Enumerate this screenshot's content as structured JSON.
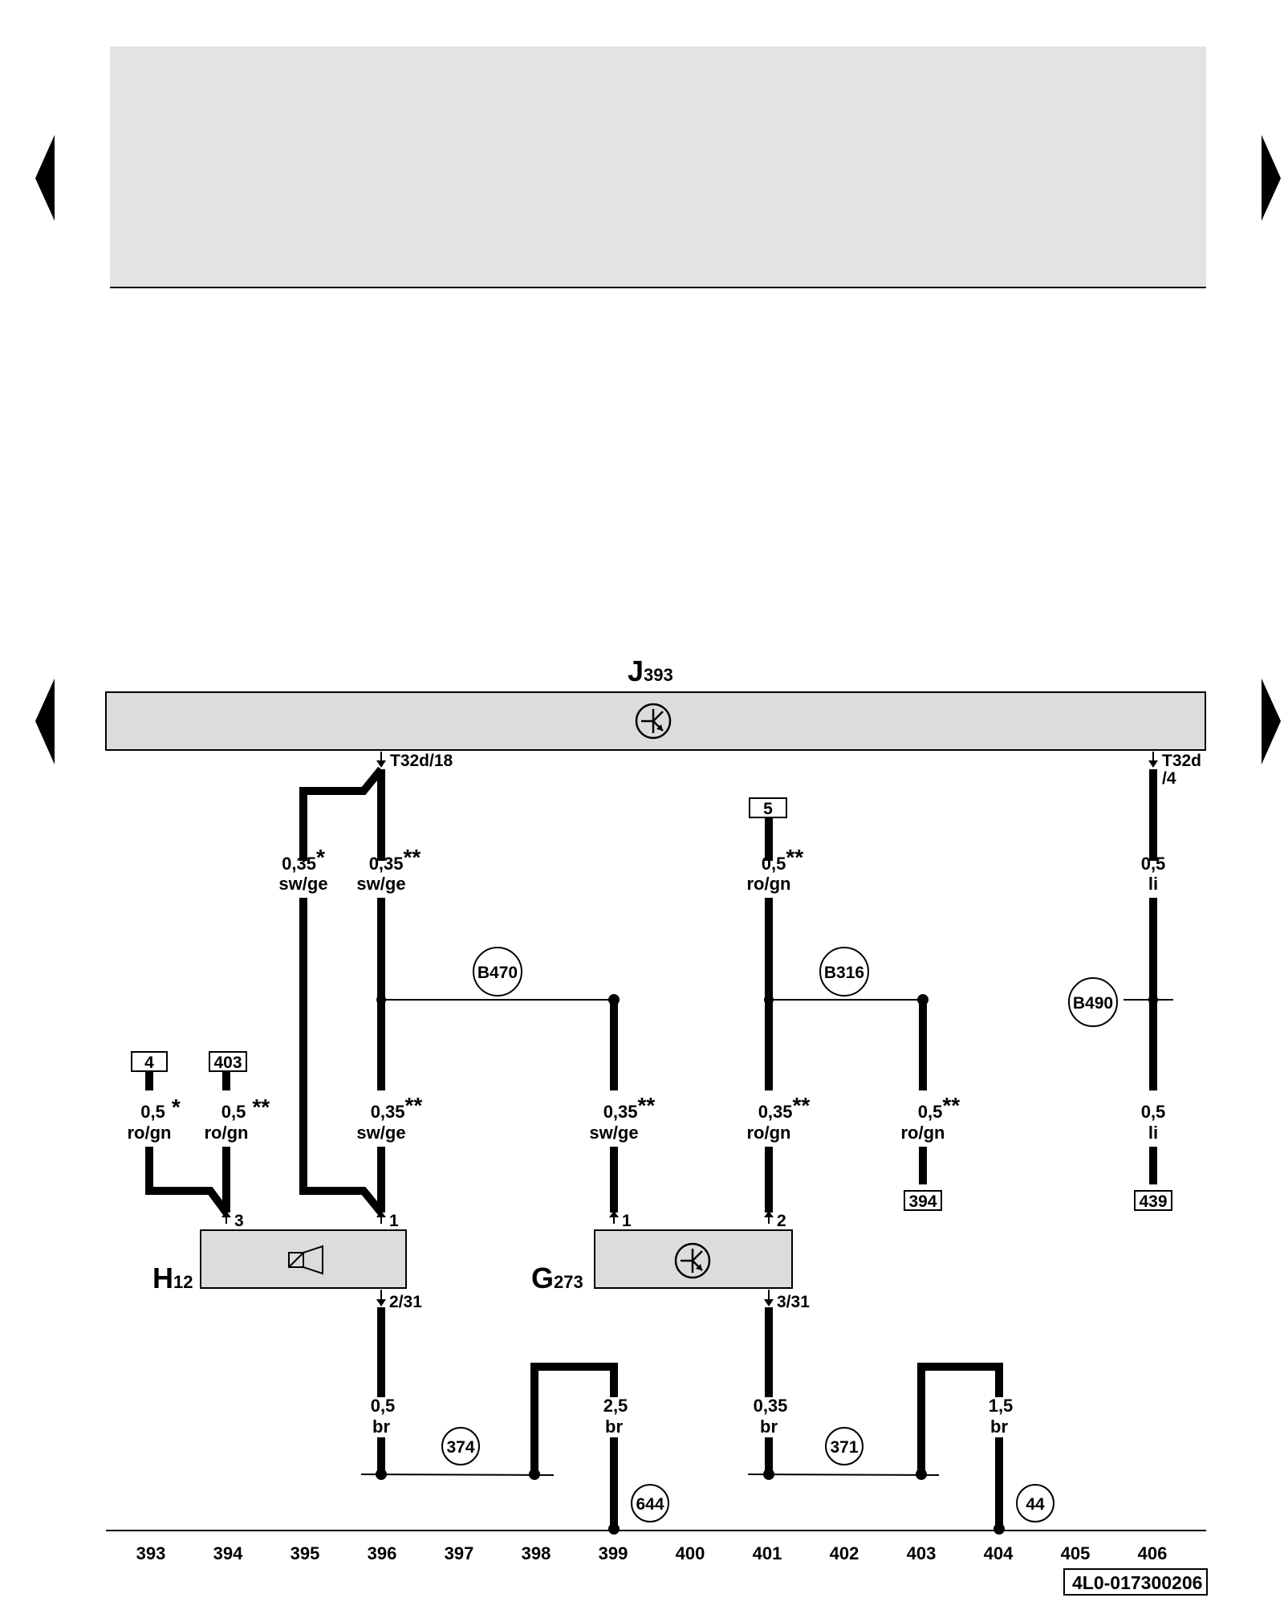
{
  "page_nav": {
    "prev_icon": "triangle-left-icon",
    "next_icon": "triangle-right-icon"
  },
  "control_unit": {
    "prefix": "J",
    "number": "393",
    "icon": "control-unit-symbol-icon"
  },
  "connectors": {
    "t32d_18": "T32d/18",
    "t32d_4_line1": "T32d",
    "t32d_4_line2": "/4"
  },
  "components": {
    "h12": {
      "prefix": "H",
      "number": "12",
      "icon": "horn-speaker-icon",
      "pin_3": "3",
      "pin_1": "1",
      "pin_ground": "2/31"
    },
    "g273": {
      "prefix": "G",
      "number": "273",
      "icon": "sensor-symbol-icon",
      "pin_1": "1",
      "pin_2": "2",
      "pin_ground": "3/31"
    }
  },
  "wire_labels": {
    "w395_upper": {
      "size": "0,35",
      "mark": "*",
      "color": "sw/ge"
    },
    "w396_upper": {
      "size": "0,35",
      "mark": "**",
      "color": "sw/ge"
    },
    "w401_upper": {
      "size": "0,5",
      "mark": "**",
      "color": "ro/gn"
    },
    "w406_upper": {
      "size": "0,5",
      "mark": "",
      "color": "li"
    },
    "w393_lower": {
      "size": "0,5",
      "mark": "*",
      "color": "ro/gn"
    },
    "w394_lower": {
      "size": "0,5",
      "mark": "**",
      "color": "ro/gn"
    },
    "w396_lower": {
      "size": "0,35",
      "mark": "**",
      "color": "sw/ge"
    },
    "w399_lower": {
      "size": "0,35",
      "mark": "**",
      "color": "sw/ge"
    },
    "w401_lower": {
      "size": "0,35",
      "mark": "**",
      "color": "ro/gn"
    },
    "w403_lower": {
      "size": "0,5",
      "mark": "**",
      "color": "ro/gn"
    },
    "w406_lower": {
      "size": "0,5",
      "mark": "",
      "color": "li"
    },
    "w396_ground": {
      "size": "0,5",
      "mark": "",
      "color": "br"
    },
    "w399_ground": {
      "size": "2,5",
      "mark": "",
      "color": "br"
    },
    "w401_ground": {
      "size": "0,35",
      "mark": "",
      "color": "br"
    },
    "w404_ground": {
      "size": "1,5",
      "mark": "",
      "color": "br"
    }
  },
  "references": {
    "ref_5": "5",
    "ref_4": "4",
    "ref_403": "403",
    "ref_394": "394",
    "ref_439": "439"
  },
  "splices": {
    "b470": "B470",
    "b316": "B316",
    "b490": "B490"
  },
  "ground_points": {
    "g374": "374",
    "g644": "644",
    "g371": "371",
    "g44": "44"
  },
  "track_numbers": [
    "393",
    "394",
    "395",
    "396",
    "397",
    "398",
    "399",
    "400",
    "401",
    "402",
    "403",
    "404",
    "405",
    "406"
  ],
  "drawing_id": "4L0-017300206"
}
